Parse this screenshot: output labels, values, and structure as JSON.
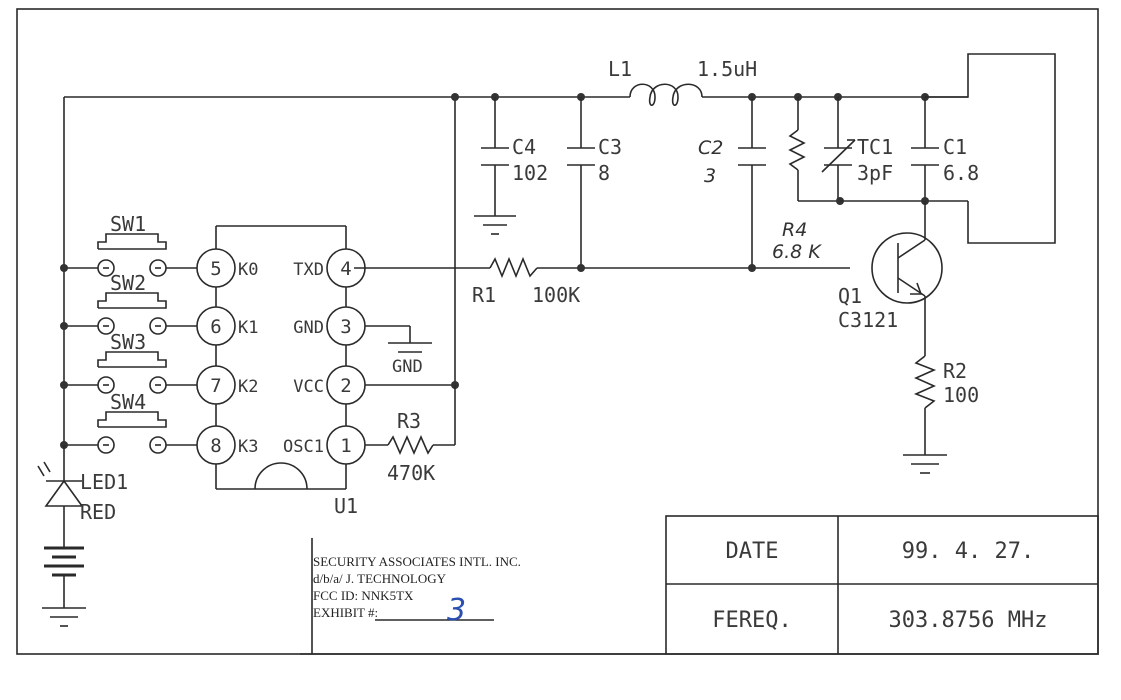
{
  "document": {
    "type": "circuit-schematic"
  },
  "components": {
    "L1": {
      "ref": "L1",
      "value": "1.5uH"
    },
    "C4": {
      "ref": "C4",
      "value": "102"
    },
    "C3": {
      "ref": "C3",
      "value": "8"
    },
    "C2": {
      "ref": "C2",
      "value": "3"
    },
    "TC1": {
      "ref": "TC1",
      "value": "3pF"
    },
    "C1": {
      "ref": "C1",
      "value": "6.8"
    },
    "R4": {
      "ref": "R4",
      "value": "6.8 K"
    },
    "R1": {
      "ref": "R1",
      "value": "100K"
    },
    "R2": {
      "ref": "R2",
      "value": "100"
    },
    "R3": {
      "ref": "R3",
      "value": "470K"
    },
    "Q1": {
      "ref": "Q1",
      "value": "C3121"
    },
    "U1": {
      "ref": "U1"
    },
    "LED1": {
      "ref": "LED1",
      "value": "RED"
    },
    "GND": {
      "label": "GND"
    },
    "switches": [
      {
        "ref": "SW1"
      },
      {
        "ref": "SW2"
      },
      {
        "ref": "SW3"
      },
      {
        "ref": "SW4"
      }
    ],
    "u1_pins": [
      {
        "num": "5",
        "name": "K0"
      },
      {
        "num": "6",
        "name": "K1"
      },
      {
        "num": "7",
        "name": "K2"
      },
      {
        "num": "8",
        "name": "K3"
      },
      {
        "num": "4",
        "name": "TXD"
      },
      {
        "num": "3",
        "name": "GND"
      },
      {
        "num": "2",
        "name": "VCC"
      },
      {
        "num": "1",
        "name": "OSC1"
      }
    ]
  },
  "stamp": {
    "line1": "SECURITY ASSOCIATES INTL. INC.",
    "line2": "d/b/a/ J. TECHNOLOGY",
    "line3": "FCC ID:  NNK5TX",
    "line4": "EXHIBIT #:",
    "exhibit_number": "3"
  },
  "title_block": {
    "date_label": "DATE",
    "date_value": "99. 4. 27.",
    "freq_label": "FEREQ.",
    "freq_value": "303.8756 MHz"
  }
}
